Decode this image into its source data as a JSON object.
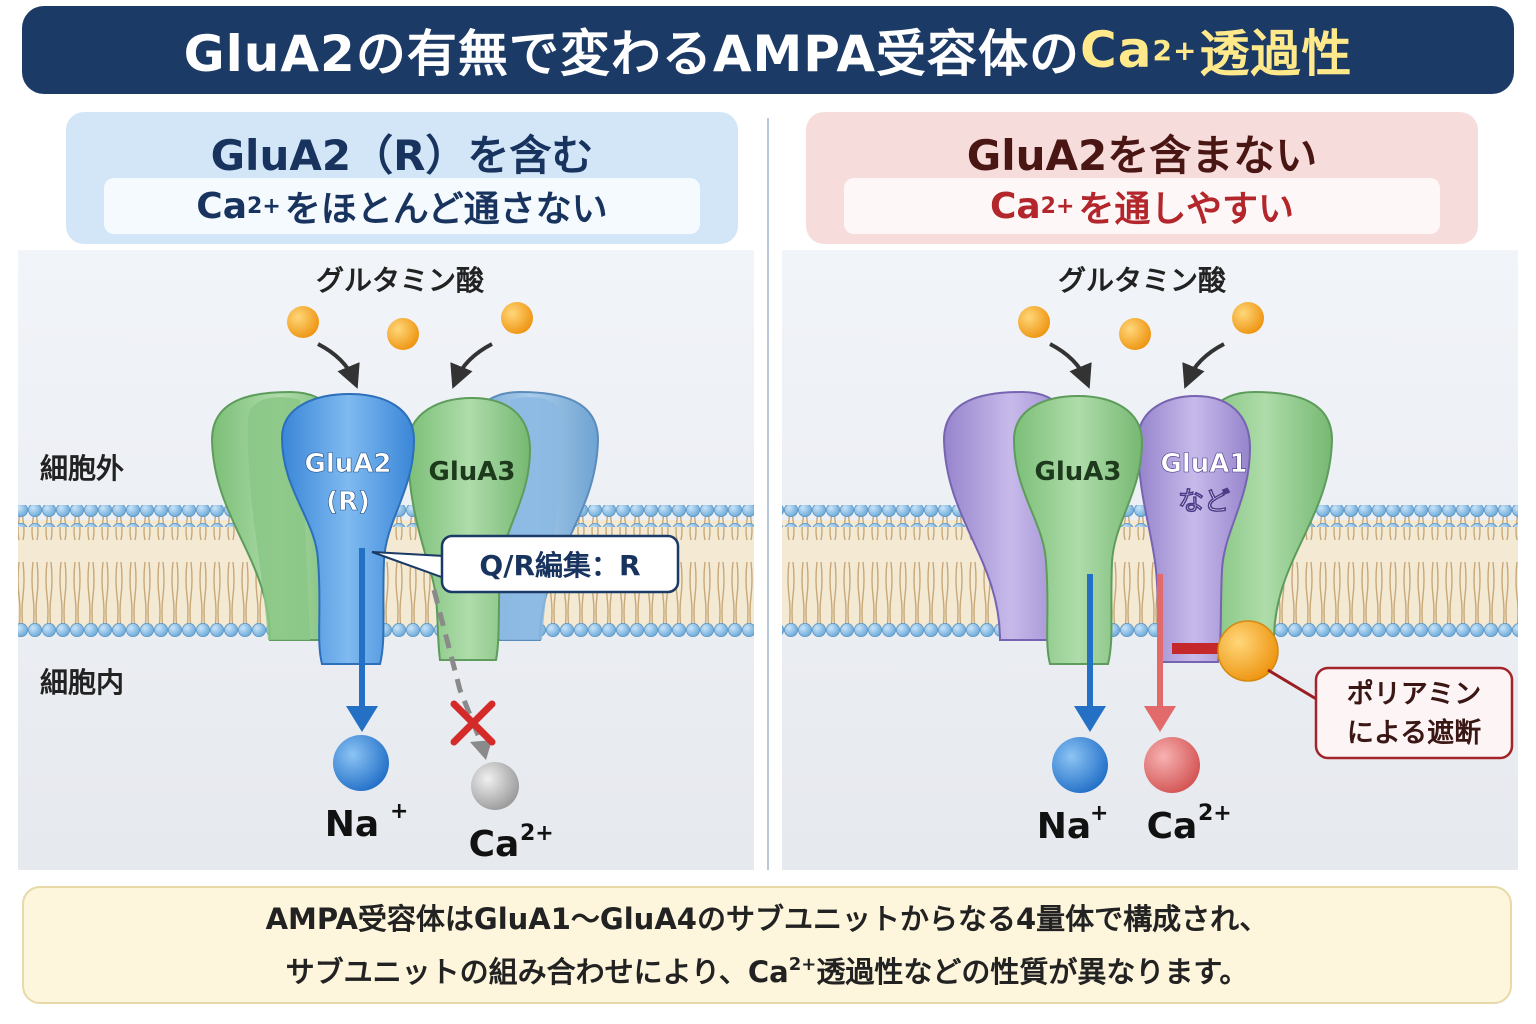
{
  "title": {
    "part1": "GluA2の有無で変わるAMPA受容体の",
    "ca": "Ca",
    "charge": "2+",
    "part2": "透過性"
  },
  "left": {
    "heading": "GluA2（R）を含む",
    "subheading": {
      "ion": "Ca",
      "charge": "2+",
      "text": "をほとんど通さない"
    },
    "glutamate_label": "グルタミン酸",
    "extracellular_label": "細胞外",
    "intracellular_label": "細胞内",
    "subunit_a": {
      "line1": "GluA2",
      "line2": "(R)"
    },
    "subunit_b": "GluA3",
    "callout": "Q/R編集：R",
    "ion_na": "Na",
    "ion_na_charge": "+",
    "ion_ca": "Ca",
    "ion_ca_charge": "2+"
  },
  "right": {
    "heading": "GluA2を含まない",
    "subheading": {
      "ion": "Ca",
      "charge": "2+",
      "text": "を通しやすい"
    },
    "glutamate_label": "グルタミン酸",
    "subunit_a": "GluA3",
    "subunit_b": {
      "line1": "GluA1",
      "line2": "など"
    },
    "callout": {
      "line1": "ポリアミン",
      "line2": "による遮断"
    },
    "ion_na": "Na",
    "ion_na_charge": "+",
    "ion_ca": "Ca",
    "ion_ca_charge": "2+"
  },
  "note": {
    "line1": "AMPA受容体はGluA1～GluA4のサブユニットからなる4量体で構成され、",
    "line2_a": "サブユニットの組み合わせにより、Ca",
    "line2_charge": "2+",
    "line2_b": "透過性などの性質が異なります。"
  },
  "colors": {
    "title_bg": "#1c3a66",
    "glua2": "#4a93de",
    "glua3": "#8ecb8a",
    "glua1": "#a895d6",
    "na": "#2f7fd4",
    "ca_blocked": "#b8b8b8",
    "ca_permeable": "#e26a6a",
    "glutamate": "#f4a41c",
    "polyamine": "#f2a21a"
  }
}
